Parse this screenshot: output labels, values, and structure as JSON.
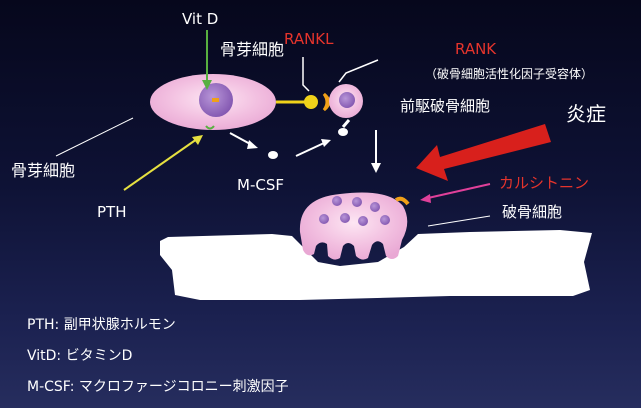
{
  "labels": {
    "vitd_top": "Vit D",
    "osteoblast_jp": "骨芽細胞",
    "rankl": "RANKL",
    "rank": "RANK",
    "rank_desc": "（破骨細胞活性化因子受容体）",
    "preosteoclast": "前駆破骨細胞",
    "inflammation": "炎症",
    "osteoblast_left": "骨芽細胞",
    "mcsf": "M-CSF",
    "pth": "PTH",
    "calcitonin": "カルシトニン",
    "osteoclast": "破骨細胞"
  },
  "legend": [
    "PTH: 副甲状腺ホルモン",
    "VitD: ビタミンD",
    "M-CSF: マクロファージコロニー刺激因子"
  ],
  "colors": {
    "background_top": "#06071c",
    "background_bottom": "#262d5e",
    "cell_pink": "#f2bfe0",
    "nucleus_purple": "#9a6fc0",
    "rankl_yellow": "#f0d21a",
    "rank_orange": "#f0a018",
    "inflammation_arrow": "#d8201c",
    "pth_arrow": "#e6e040",
    "vitd_arrow": "#58b040",
    "calcitonin_arrow": "#e0409a",
    "label_red": "#e5342c",
    "bone_white": "#ffffff"
  }
}
